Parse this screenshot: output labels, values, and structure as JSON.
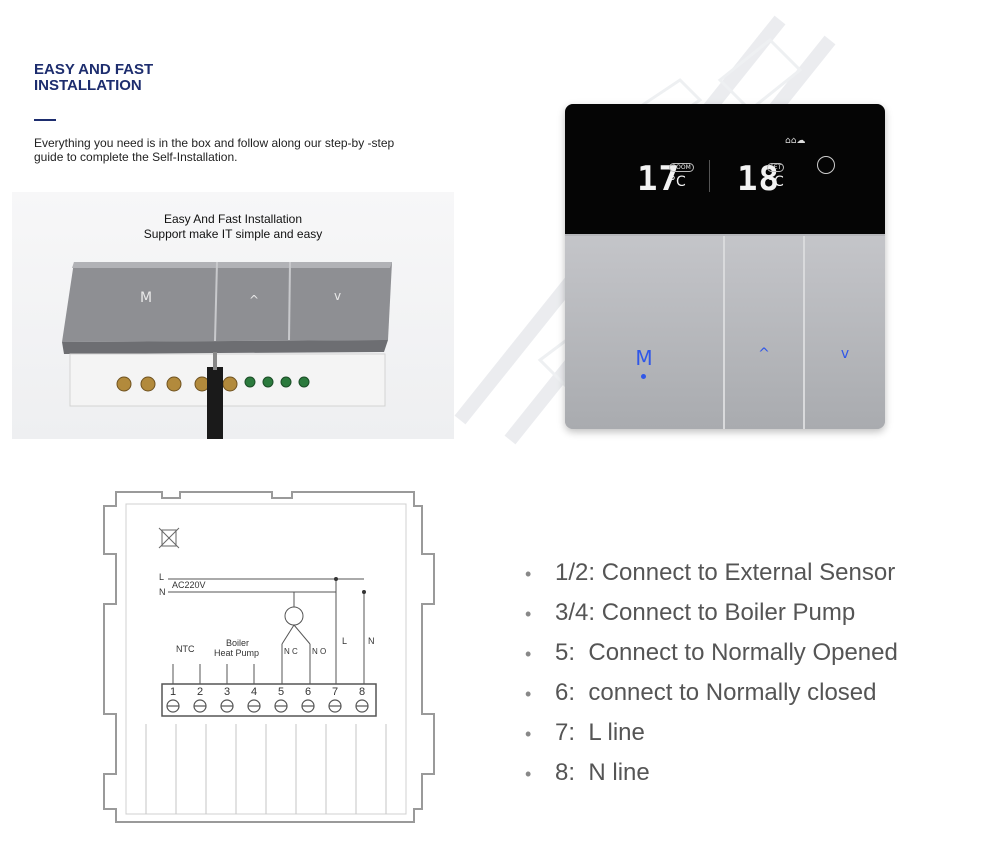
{
  "header": {
    "title_line1": "EASY AND FAST",
    "title_line2": "INSTALLATION",
    "description": "Everything you need is in the box and follow along our step-by -step guide to complete the Self-Installation."
  },
  "photo": {
    "caption_line1": "Easy And Fast Installation",
    "caption_line2": "Support make IT simple and easy",
    "button_mode": "M",
    "button_up": "^",
    "button_down": "v"
  },
  "thermostat": {
    "room_temp": "17",
    "room_unit": "°C",
    "room_tag": "ROOM",
    "set_temp": "18",
    "set_unit": "°C",
    "set_tag": "SET",
    "button_mode": "M",
    "button_up": "^",
    "button_down": "v"
  },
  "wiring": {
    "supply_label": "AC220V",
    "line_label": "L",
    "neutral_label": "N",
    "ntc_label": "NTC",
    "boiler_label": "Boiler",
    "heat_pump_label": "Heat Pump",
    "nc_label": "N C",
    "no_label": "N O",
    "terminals": [
      "1",
      "2",
      "3",
      "4",
      "5",
      "6",
      "7",
      "8"
    ]
  },
  "connections": [
    {
      "key": "1/2:",
      "text": "Connect to External Sensor"
    },
    {
      "key": "3/4:",
      "text": "Connect to Boiler Pump"
    },
    {
      "key": "5:",
      "text": "Connect to Normally Opened"
    },
    {
      "key": "6:",
      "text": "connect to Normally closed"
    },
    {
      "key": "7:",
      "text": "L line"
    },
    {
      "key": "8:",
      "text": "N line"
    }
  ],
  "colors": {
    "headline": "#1d2d6e",
    "accent_blue": "#3057e8",
    "panel_silver": "#b5b6ba",
    "screen_black": "#050505"
  }
}
